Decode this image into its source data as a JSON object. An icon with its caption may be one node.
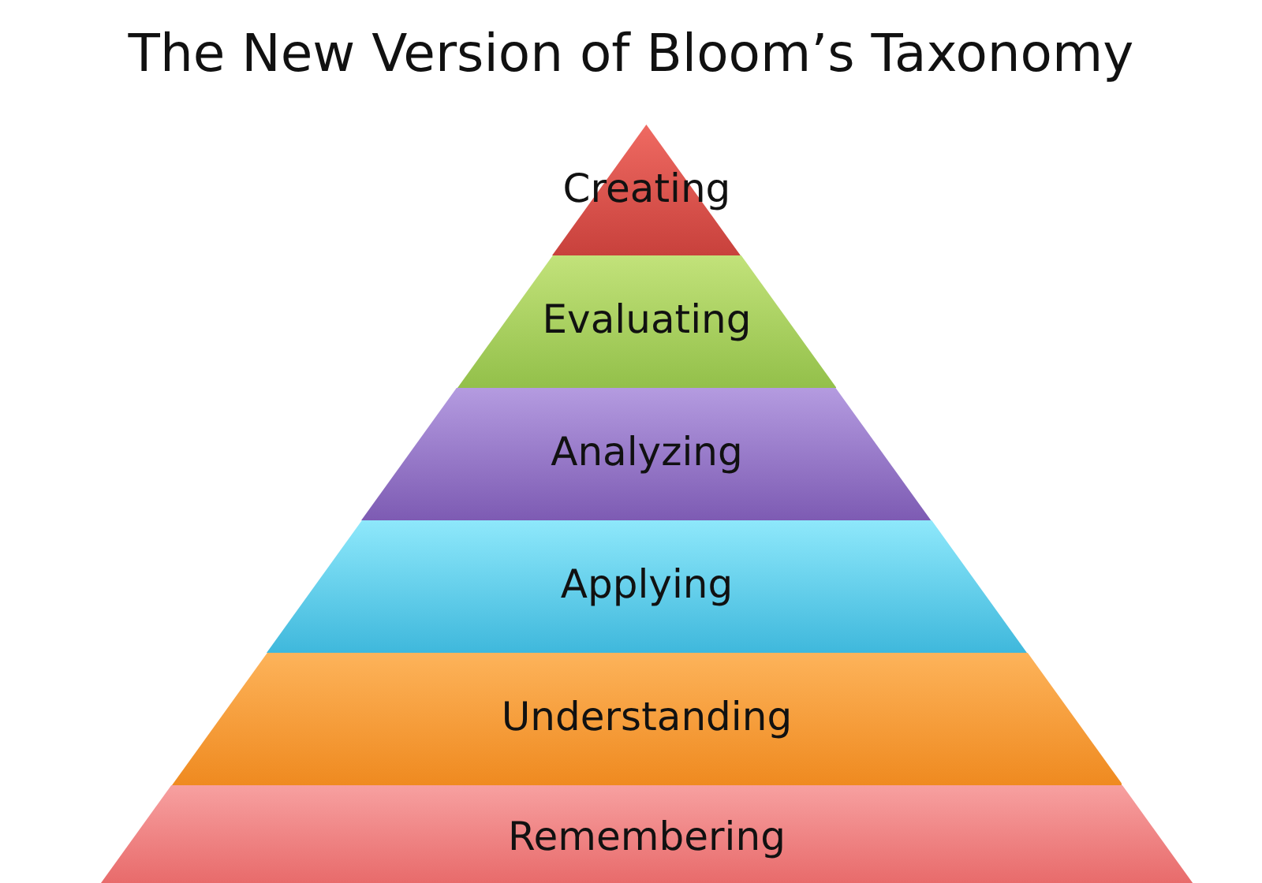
{
  "diagram": {
    "title": "The New Version of Bloom’s Taxonomy",
    "nodes": [
      {
        "text": [
          "Creating"
        ]
      },
      {
        "text": [
          "Evaluating"
        ]
      },
      {
        "text": [
          "Analyzing"
        ]
      },
      {
        "text": [
          "Applying"
        ]
      },
      {
        "text": [
          "Understanding"
        ]
      },
      {
        "text": [
          "Remembering"
        ]
      }
    ]
  }
}
